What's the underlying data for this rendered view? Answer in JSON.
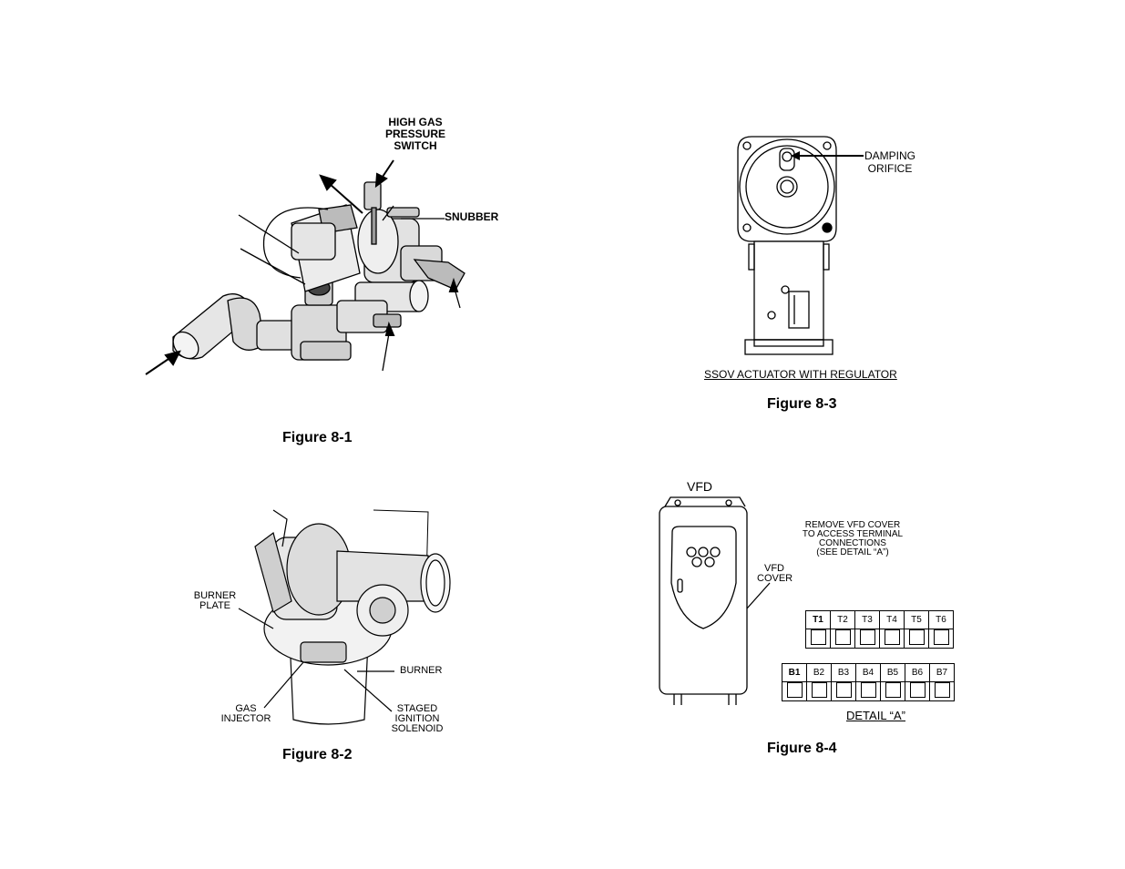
{
  "figures": {
    "fig1": {
      "caption": "Figure 8-1",
      "labels": {
        "high_gas_pressure_switch": [
          "HIGH GAS",
          "PRESSURE",
          "SWITCH"
        ],
        "snubber": "SNUBBER"
      }
    },
    "fig2": {
      "caption": "Figure 8-2",
      "labels": {
        "burner_plate": [
          "BURNER",
          "PLATE"
        ],
        "burner": "BURNER",
        "gas_injector": [
          "GAS",
          "INJECTOR"
        ],
        "staged_ignition_solenoid": [
          "STAGED",
          "IGNITION",
          "SOLENOID"
        ]
      }
    },
    "fig3": {
      "caption": "Figure 8-3",
      "labels": {
        "damping_orifice": [
          "DAMPING",
          "ORIFICE"
        ],
        "title": "SSOV ACTUATOR WITH REGULATOR"
      }
    },
    "fig4": {
      "caption": "Figure 8-4",
      "labels": {
        "vfd": "VFD",
        "vfd_cover": [
          "VFD",
          "COVER"
        ],
        "instruction": [
          "REMOVE VFD COVER",
          "TO ACCESS TERMINAL",
          "CONNECTIONS",
          "(SEE DETAIL “A”)"
        ],
        "t_terminals": [
          "T1",
          "T2",
          "T3",
          "T4",
          "T5",
          "T6"
        ],
        "b_terminals": [
          "B1",
          "B2",
          "B3",
          "B4",
          "B5",
          "B6",
          "B7"
        ],
        "detail": "DETAIL “A”"
      }
    }
  }
}
